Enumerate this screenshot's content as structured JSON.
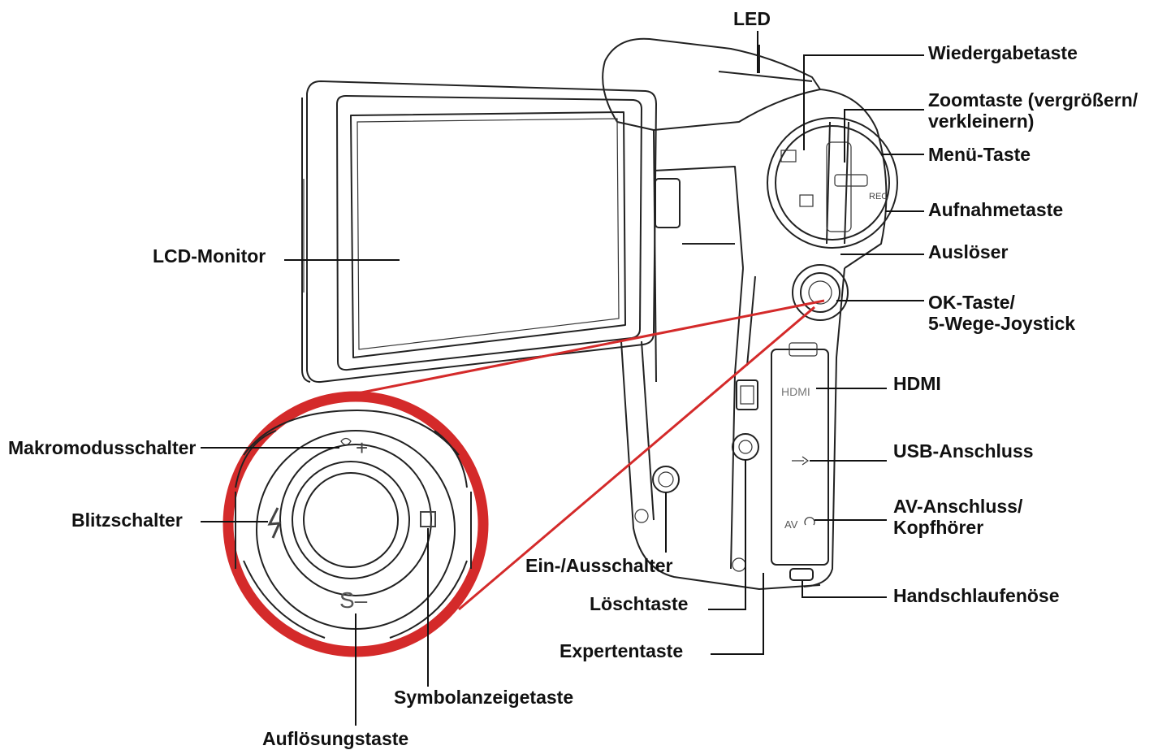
{
  "labels": {
    "led": "LED",
    "wiedergabetaste": "Wiedergabetaste",
    "zoomtaste_line1": "Zoomtaste (vergrößern/",
    "zoomtaste_line2": "verkleinern)",
    "menue_taste": "Menü-Taste",
    "aufnahmetaste": "Aufnahmetaste",
    "ausloeser": "Auslöser",
    "ok_taste_line1": "OK-Taste/",
    "ok_taste_line2": "5-Wege-Joystick",
    "hdmi": "HDMI",
    "usb_anschluss": "USB-Anschluss",
    "av_anschluss_line1": "AV-Anschluss/",
    "av_anschluss_line2": "Kopfhörer",
    "handschlaufenoese": "Handschlaufenöse",
    "lcd_monitor": "LCD-Monitor",
    "makromodusschalter": "Makromodusschalter",
    "blitzschalter": "Blitzschalter",
    "ein_ausschalter": "Ein-/Ausschalter",
    "loeschtaste": "Löschtaste",
    "expertentaste": "Expertentaste",
    "symbolanzeigetaste": "Symbolanzeigetaste",
    "aufloesungstaste": "Auflösungstaste"
  },
  "device_markings": {
    "hdmi_port": "HDMI",
    "av_port": "AV",
    "joystick_bottom": "S–",
    "joystick_top_plus": "+"
  },
  "colors": {
    "callout_red": "#d42a2a",
    "ink": "#111111"
  }
}
